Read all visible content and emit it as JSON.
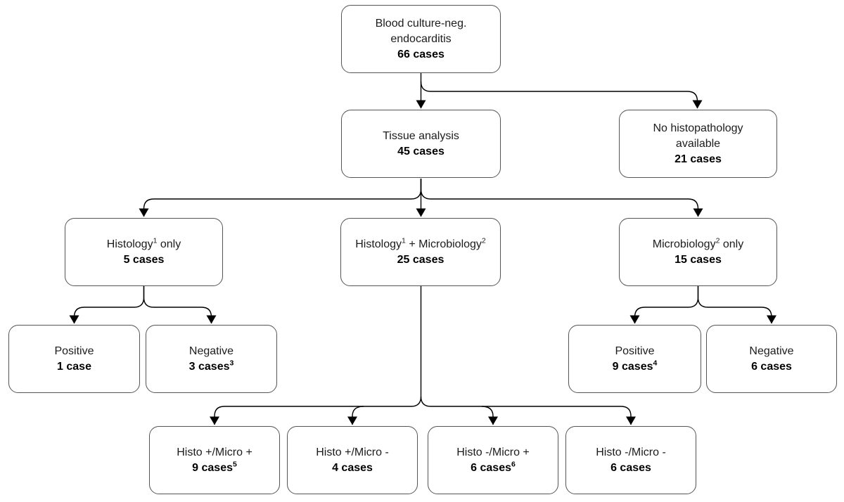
{
  "figure": {
    "background_color": "#ffffff",
    "line_color": "#000000",
    "box_border_color": "#545454",
    "box_fill_color": "#ffffff"
  },
  "nodes": {
    "root": {
      "line1": "Blood culture-neg.",
      "line2": "endocarditis",
      "count": "66 cases"
    },
    "tissue": {
      "line1": "Tissue analysis",
      "count": "45 cases"
    },
    "no_histo": {
      "line1": "No histopathology",
      "line2": "available",
      "count": "21 cases"
    },
    "histology_only": {
      "pre": "Histology",
      "sup": "1",
      "post": " only",
      "count": "5 cases"
    },
    "histo_micro": {
      "pre": "Histology",
      "sup": "1",
      "mid": " + Microbiology",
      "sup2": "2",
      "count": "25 cases"
    },
    "micro_only": {
      "pre": "Microbiology",
      "sup": "2",
      "post": " only",
      "count": "15 cases"
    },
    "histo_pos": {
      "line1": "Positive",
      "count": "1 case"
    },
    "histo_neg": {
      "line1": "Negative",
      "count": "3 cases",
      "count_sup": "3"
    },
    "micro_pos": {
      "line1": "Positive",
      "count": "9 cases",
      "count_sup": "4"
    },
    "micro_neg": {
      "line1": "Negative",
      "count": "6 cases"
    },
    "hp_mp": {
      "line1": "Histo +/Micro +",
      "count": "9 cases",
      "count_sup": "5"
    },
    "hp_mn": {
      "line1": "Histo +/Micro -",
      "count": "4 cases"
    },
    "hn_mp": {
      "line1": "Histo -/Micro +",
      "count": "6 cases",
      "count_sup": "6"
    },
    "hn_mn": {
      "line1": "Histo -/Micro -",
      "count": "6 cases"
    }
  }
}
